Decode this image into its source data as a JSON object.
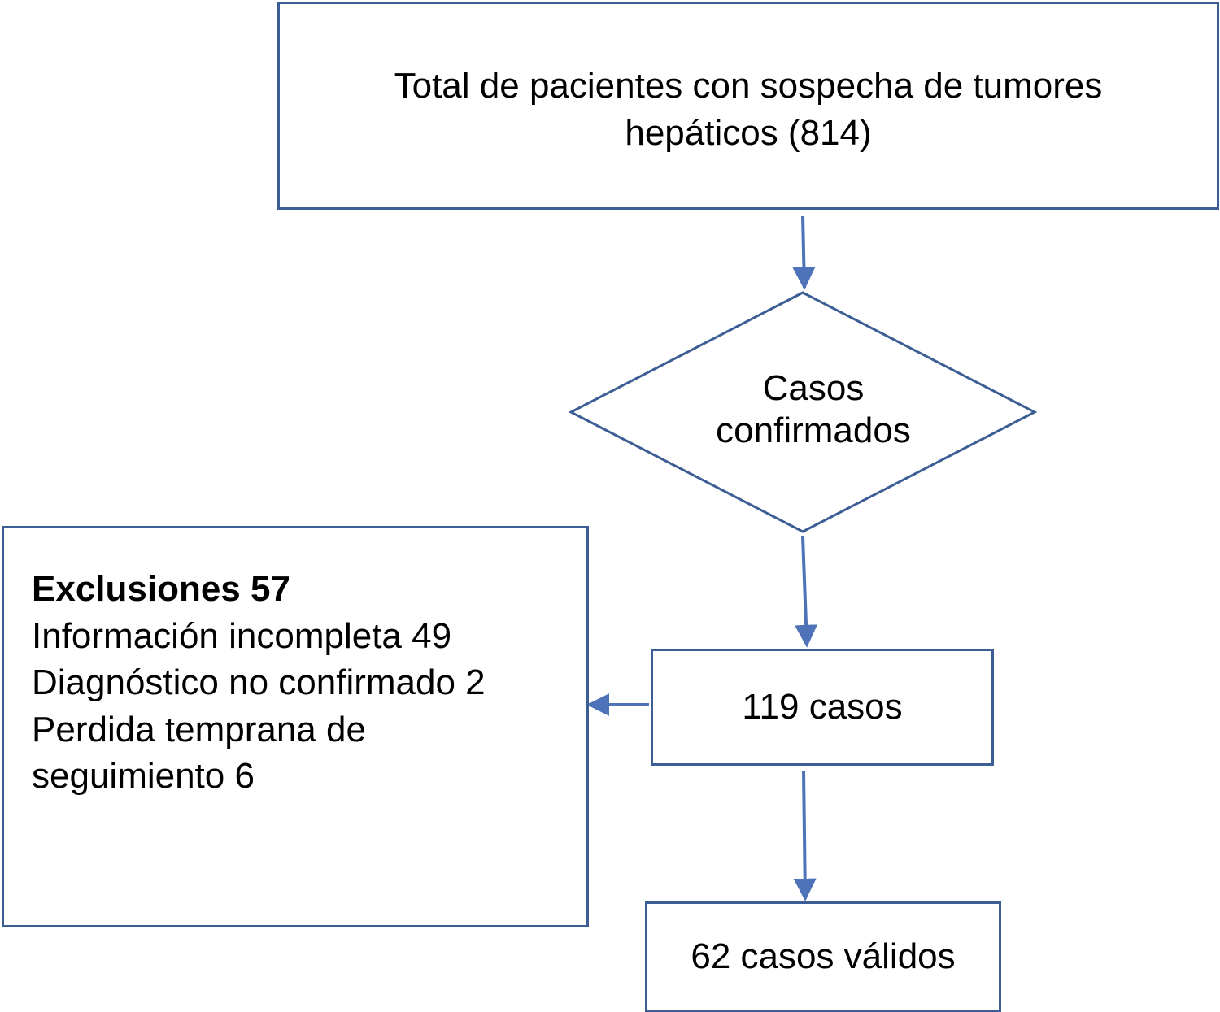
{
  "nodes": {
    "total": {
      "lines": [
        "Total de pacientes con sospecha de tumores",
        "hepáticos (814)"
      ]
    },
    "confirmed": {
      "lines": [
        "Casos",
        "confirmados"
      ]
    },
    "cases_119": {
      "label": "119 casos"
    },
    "exclusions": {
      "heading": "Exclusiones 57",
      "items": [
        "Información incompleta 49",
        "Diagnóstico no confirmado 2",
        "Perdida temprana de",
        "seguimiento 6"
      ]
    },
    "valid": {
      "label": "62 casos válidos"
    }
  },
  "colors": {
    "stroke": "#3d5d95",
    "arrow": "#4f73b8",
    "text": "#000000"
  }
}
